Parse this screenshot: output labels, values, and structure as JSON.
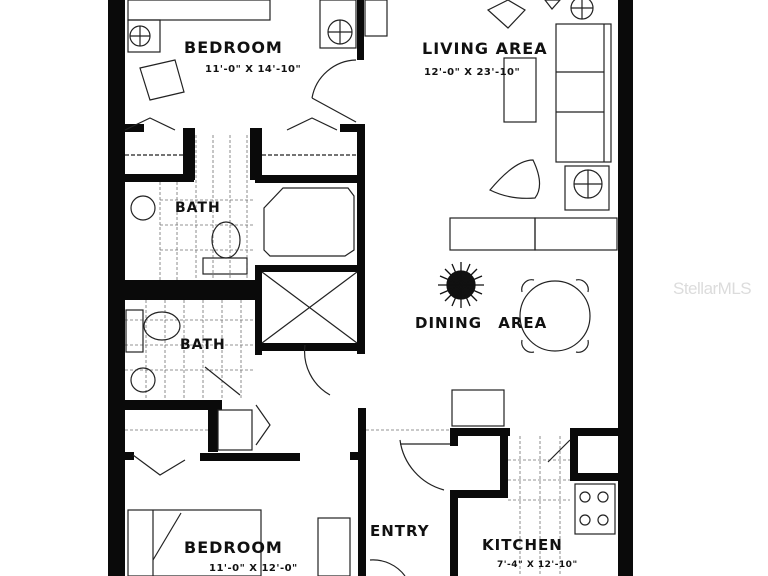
{
  "floorplan": {
    "rooms": [
      {
        "id": "bedroom-1",
        "label": "BEDROOM",
        "dimensions": "11'-0\" X 14'-10\""
      },
      {
        "id": "living-area",
        "label": "LIVING AREA",
        "dimensions": "12'-0\" X 23'-10\""
      },
      {
        "id": "bath-1",
        "label": "BATH"
      },
      {
        "id": "bath-2",
        "label": "BATH"
      },
      {
        "id": "dining-area",
        "label": "DINING AREA"
      },
      {
        "id": "entry",
        "label": "ENTRY"
      },
      {
        "id": "bedroom-2",
        "label": "BEDROOM",
        "dimensions": "11'-0\" X 12'-0\""
      },
      {
        "id": "kitchen",
        "label": "KITCHEN",
        "dimensions": "7'-4\" X 12'-10\""
      }
    ],
    "watermark": "StellarMLS",
    "colors": {
      "wall": "#0a0a0a",
      "line": "#222222",
      "background": "#ffffff",
      "watermark": "#dcdcdc"
    }
  }
}
